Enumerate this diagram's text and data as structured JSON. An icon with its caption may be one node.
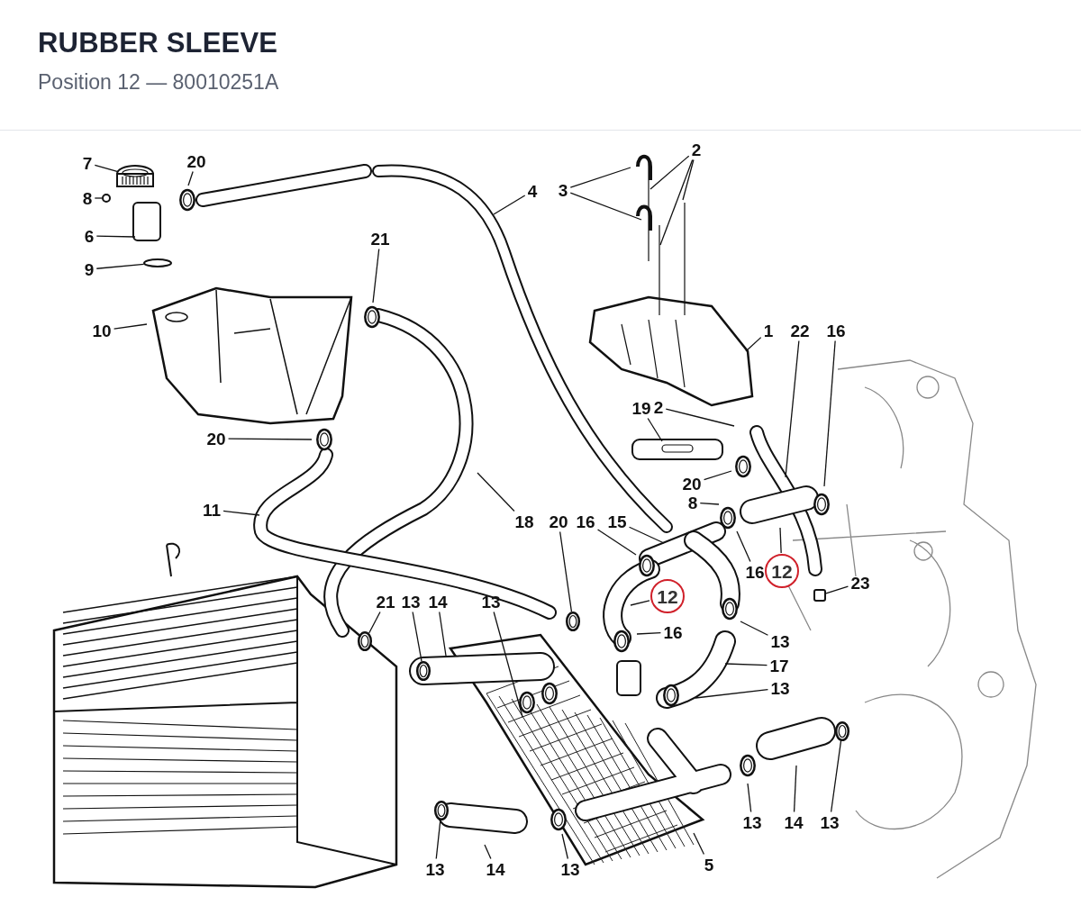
{
  "diagram": {
    "title": "RUBBER SLEEVE",
    "labels": [
      "Position 12 — 80010251A"
    ],
    "nodes": [
      {
        "text": [
          "7"
        ]
      },
      {
        "text": [
          "20"
        ]
      },
      {
        "text": [
          "8"
        ]
      },
      {
        "text": [
          "6"
        ]
      },
      {
        "text": [
          "9"
        ]
      },
      {
        "text": [
          "10"
        ]
      },
      {
        "text": [
          "21"
        ]
      },
      {
        "text": [
          "4"
        ]
      },
      {
        "text": [
          "3"
        ]
      },
      {
        "text": [
          "2"
        ]
      },
      {
        "text": [
          "1"
        ]
      },
      {
        "text": [
          "22"
        ]
      },
      {
        "text": [
          "16"
        ]
      },
      {
        "text": [
          "19"
        ]
      },
      {
        "text": [
          "2"
        ]
      },
      {
        "text": [
          "20"
        ]
      },
      {
        "text": [
          "8"
        ]
      },
      {
        "text": [
          "18"
        ]
      },
      {
        "text": [
          "11"
        ]
      },
      {
        "text": [
          "20"
        ]
      },
      {
        "text": [
          "20"
        ]
      },
      {
        "text": [
          "16"
        ]
      },
      {
        "text": [
          "15"
        ]
      },
      {
        "text": [
          "16"
        ]
      },
      {
        "text": [
          "12"
        ]
      },
      {
        "text": [
          "23"
        ]
      },
      {
        "text": [
          "12"
        ]
      },
      {
        "text": [
          "16"
        ]
      },
      {
        "text": [
          "13"
        ]
      },
      {
        "text": [
          "17"
        ]
      },
      {
        "text": [
          "13"
        ]
      },
      {
        "text": [
          "21"
        ]
      },
      {
        "text": [
          "13"
        ]
      },
      {
        "text": [
          "14"
        ]
      },
      {
        "text": [
          "13"
        ]
      },
      {
        "text": [
          "13"
        ]
      },
      {
        "text": [
          "14"
        ]
      },
      {
        "text": [
          "13"
        ]
      },
      {
        "text": [
          "5"
        ]
      },
      {
        "text": [
          "13"
        ]
      },
      {
        "text": [
          "14"
        ]
      },
      {
        "text": [
          "13"
        ]
      },
      {
        "text": [],
        "shape": "circle"
      },
      {
        "text": [],
        "shape": "circle"
      },
      {
        "text": [],
        "shape": "picture"
      },
      {
        "text": [],
        "shape": "picture"
      },
      {
        "text": [],
        "shape": "picture"
      },
      {
        "text": [],
        "shape": "picture"
      },
      {
        "text": [],
        "shape": "picture"
      },
      {
        "text": [],
        "shape": "box"
      },
      {
        "text": [],
        "shape": "picture"
      }
    ],
    "edges": [
      {
        "from": 0,
        "to": 50,
        "arrow": "none"
      },
      {
        "from": 1,
        "to": null,
        "arrow": "none"
      },
      {
        "from": 2,
        "to": 42,
        "arrow": "none"
      },
      {
        "from": 3,
        "to": null,
        "arrow": "none"
      },
      {
        "from": 4,
        "to": 43,
        "arrow": "none"
      },
      {
        "from": 5,
        "to": null,
        "arrow": "none"
      },
      {
        "from": 6,
        "to": null,
        "arrow": "none"
      },
      {
        "from": 7,
        "to": null,
        "arrow": "none"
      },
      {
        "from": 8,
        "to": null,
        "arrow": "none"
      },
      {
        "from": 8,
        "to": null,
        "arrow": "none"
      },
      {
        "from": 9,
        "to": null,
        "arrow": "none"
      },
      {
        "from": 9,
        "to": null,
        "arrow": "none"
      },
      {
        "from": 9,
        "to": null,
        "arrow": "none"
      },
      {
        "from": 10,
        "to": null,
        "arrow": "none"
      },
      {
        "from": 11,
        "to": null,
        "arrow": "none"
      },
      {
        "from": 12,
        "to": null,
        "arrow": "none"
      },
      {
        "from": 13,
        "to": null,
        "arrow": "none"
      },
      {
        "from": 14,
        "to": null,
        "arrow": "none"
      },
      {
        "from": 15,
        "to": null,
        "arrow": "none"
      },
      {
        "from": 16,
        "to": null,
        "arrow": "none"
      },
      {
        "from": 17,
        "to": null,
        "arrow": "none"
      },
      {
        "from": 18,
        "to": null,
        "arrow": "none"
      },
      {
        "from": 19,
        "to": null,
        "arrow": "none"
      },
      {
        "from": 20,
        "to": 44,
        "arrow": "none"
      },
      {
        "from": 21,
        "to": null,
        "arrow": "none"
      },
      {
        "from": 22,
        "to": null,
        "arrow": "none"
      },
      {
        "from": 23,
        "to": null,
        "arrow": "none"
      },
      {
        "from": 24,
        "to": null,
        "arrow": "none"
      },
      {
        "from": 25,
        "to": 49,
        "arrow": "none"
      },
      {
        "from": 26,
        "to": null,
        "arrow": "none"
      },
      {
        "from": 27,
        "to": null,
        "arrow": "none"
      },
      {
        "from": 28,
        "to": null,
        "arrow": "none"
      },
      {
        "from": 29,
        "to": null,
        "arrow": "none"
      },
      {
        "from": 30,
        "to": null,
        "arrow": "none"
      },
      {
        "from": 31,
        "to": 45,
        "arrow": "none"
      },
      {
        "from": 32,
        "to": 46,
        "arrow": "none"
      },
      {
        "from": 33,
        "to": null,
        "arrow": "none"
      },
      {
        "from": 34,
        "to": null,
        "arrow": "none"
      },
      {
        "from": 35,
        "to": 47,
        "arrow": "none"
      },
      {
        "from": 36,
        "to": null,
        "arrow": "none"
      },
      {
        "from": 37,
        "to": null,
        "arrow": "none"
      },
      {
        "from": 38,
        "to": null,
        "arrow": "none"
      },
      {
        "from": 39,
        "to": null,
        "arrow": "none"
      },
      {
        "from": 40,
        "to": null,
        "arrow": "none"
      },
      {
        "from": 41,
        "to": 48,
        "arrow": "none"
      }
    ]
  }
}
